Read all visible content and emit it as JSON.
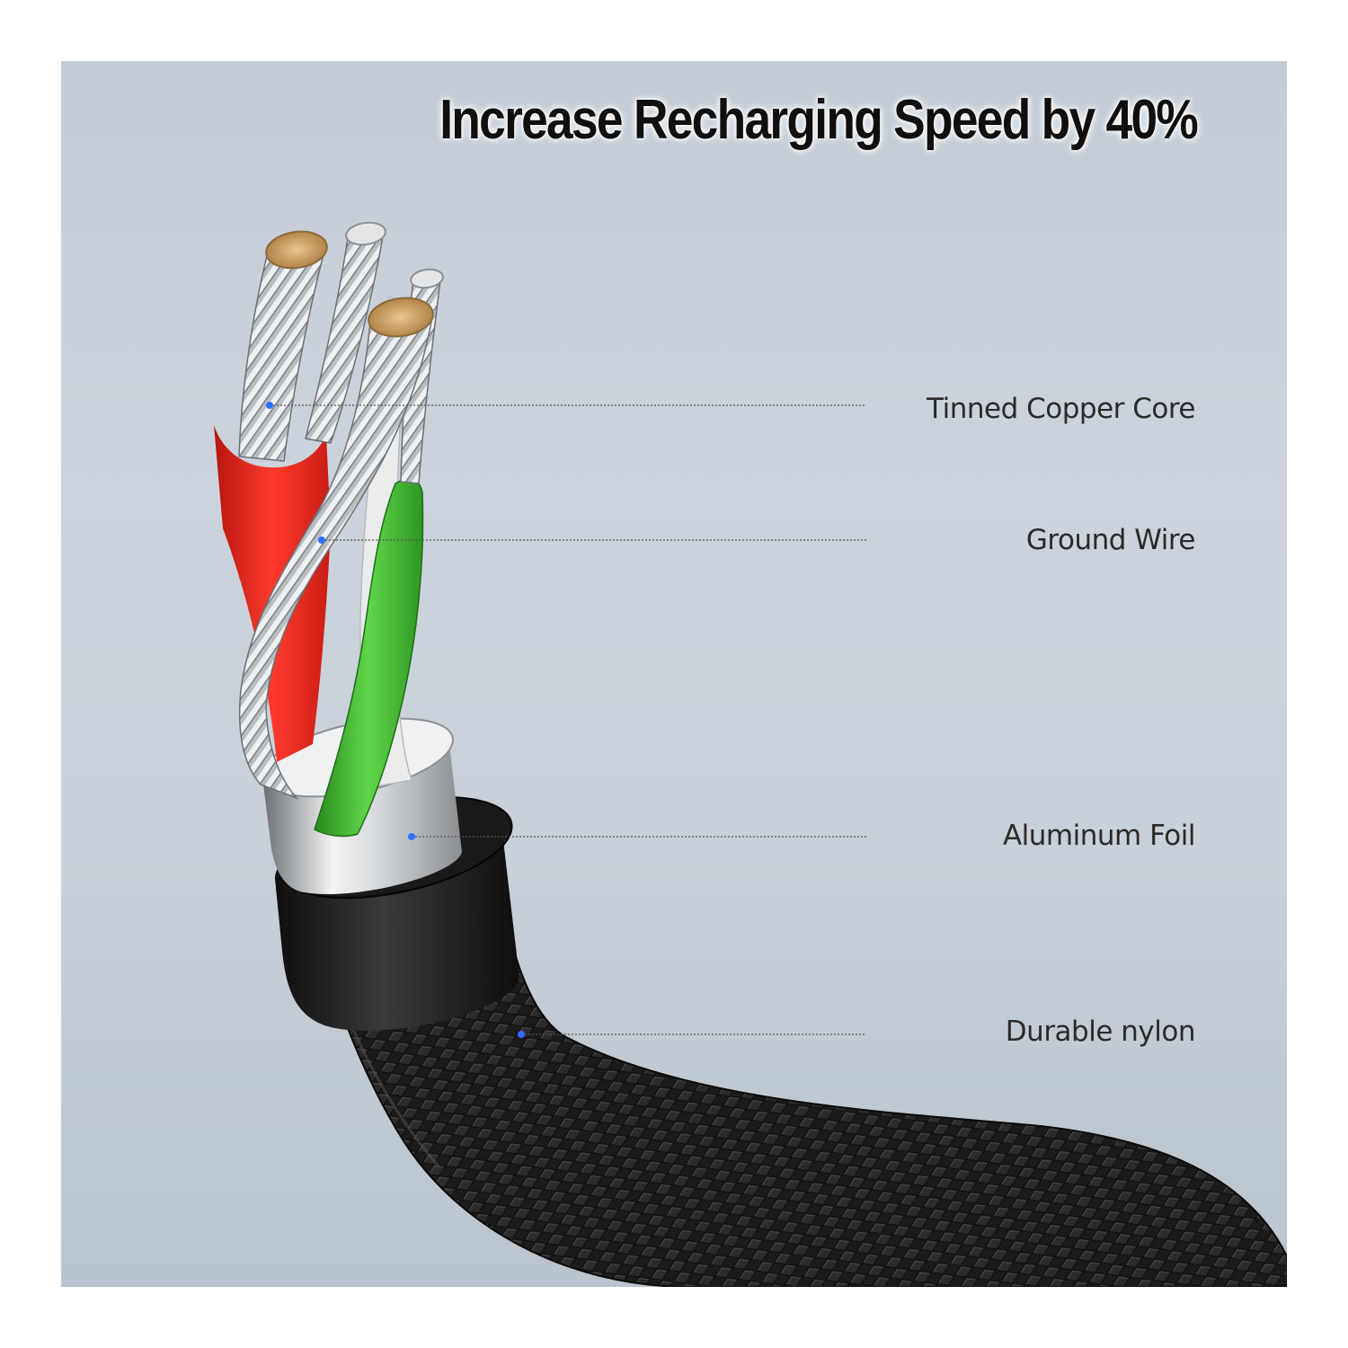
{
  "headline": "Increase Recharging Speed by 40%",
  "callouts": [
    {
      "label": "Tinned Copper Core"
    },
    {
      "label": "Ground Wire"
    },
    {
      "label": "Aluminum Foil"
    },
    {
      "label": "Durable nylon"
    }
  ],
  "colors": {
    "background_top": "#c3ccd6",
    "background_bottom": "#b9c4ce",
    "insulation_red": "#e8281f",
    "insulation_green": "#3fba2e",
    "foil_silver": "#d9dcdf",
    "nylon_black": "#1c1c1c",
    "copper": "#c9a06a",
    "marker_dot": "#2f6fff"
  }
}
